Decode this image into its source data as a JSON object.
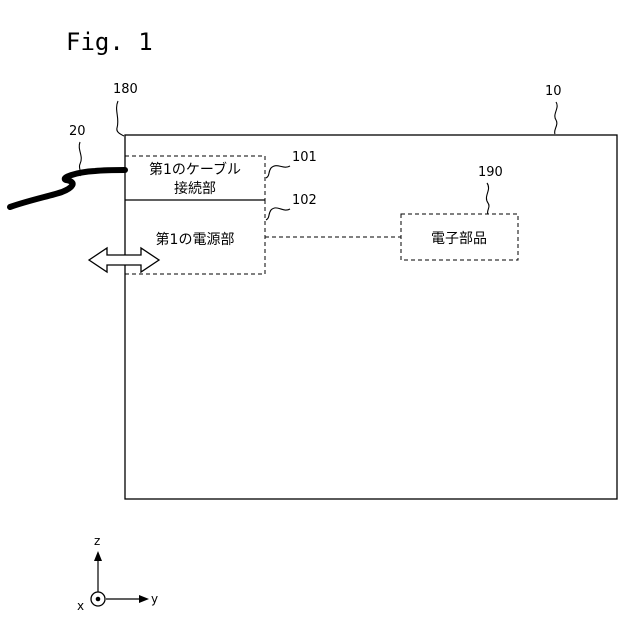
{
  "figure": {
    "title": "Fig. 1"
  },
  "references": {
    "device": "10",
    "cable": "20",
    "first_cable_connection": "101",
    "first_power_unit": "102",
    "side_face": "180",
    "electronic_component": "190"
  },
  "boxes": {
    "cable_connection_line1": "第1のケーブル",
    "cable_connection_line2": "接続部",
    "power_unit": "第1の電源部",
    "electronic_component": "電子部品"
  },
  "axes": {
    "z": "z",
    "y": "y",
    "x": "x"
  }
}
